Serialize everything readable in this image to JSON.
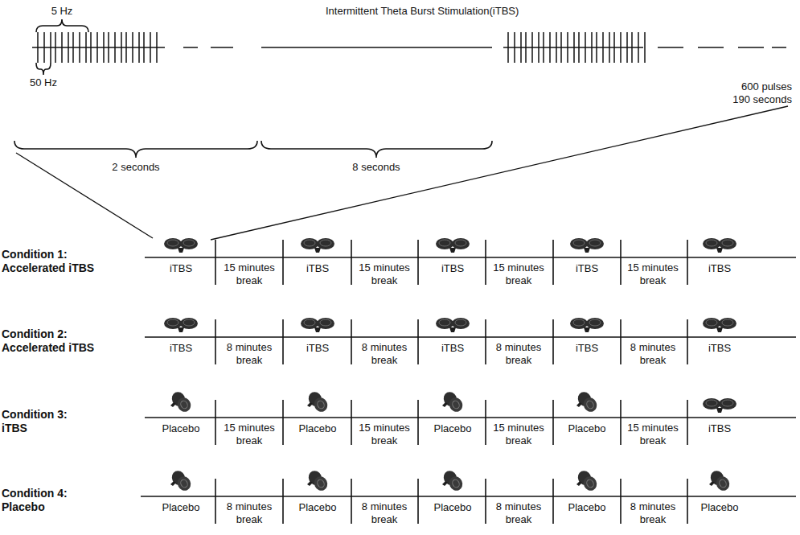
{
  "diagram": {
    "title": "Intermittent Theta Burst Stimulation(iTBS)",
    "labels": [
      "5 Hz",
      "50 Hz",
      "2 seconds",
      "8 seconds",
      "600 pulses 190 seconds",
      "Condition 1: Accelerated iTBS",
      "iTBS",
      "15 minutes break",
      "iTBS",
      "15 minutes break",
      "iTBS",
      "15 minutes break",
      "iTBS",
      "15 minutes break",
      "iTBS",
      "Condition 2: Accelerated iTBS",
      "iTBS",
      "8 minutes break",
      "iTBS",
      "8 minutes break",
      "iTBS",
      "8 minutes break",
      "iTBS",
      "8 minutes break",
      "iTBS",
      "Condition 3: iTBS",
      "Placebo",
      "15 minutes break",
      "Placebo",
      "15 minutes break",
      "Placebo",
      "15 minutes break",
      "Placebo",
      "15 minutes break",
      "iTBS",
      "Condition 4: Placebo",
      "Placebo",
      "8 minutes break",
      "Placebo",
      "8 minutes break",
      "Placebo",
      "8 minutes break",
      "Placebo",
      "8 minutes break",
      "Placebo"
    ]
  }
}
